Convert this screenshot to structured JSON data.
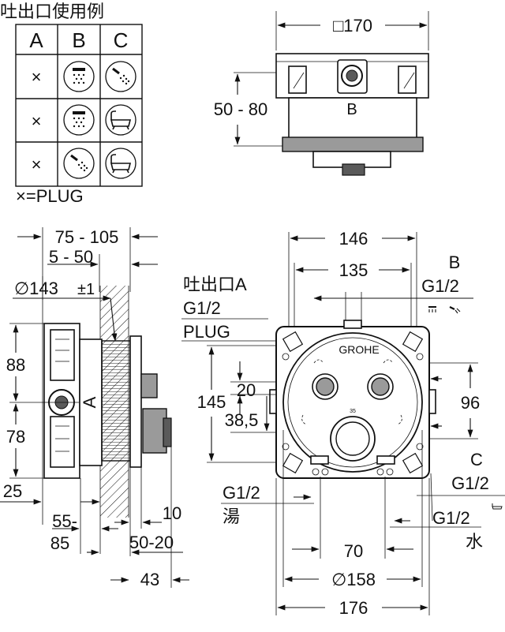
{
  "table": {
    "title": "吐出口使用例",
    "headers": [
      "A",
      "B",
      "C"
    ],
    "rows": [
      {
        "a": "×",
        "b": "shower-head-icon",
        "c": "hand-shower-icon"
      },
      {
        "a": "×",
        "b": "shower-head-icon",
        "c": "bathtub-icon"
      },
      {
        "a": "×",
        "b": "hand-shower-icon",
        "c": "bathtub-icon"
      }
    ],
    "legend": "×=PLUG"
  },
  "top_view": {
    "width": "□170",
    "height": "50 - 80",
    "port": "B"
  },
  "side_view": {
    "depth": "75 - 105",
    "inset": "5 - 50",
    "diameter": "∅143",
    "tolerance": "±1",
    "upper": "88",
    "lower": "78",
    "bottom": "25",
    "recess_a": "55-",
    "recess_b": "85",
    "cover_a": "50-20",
    "knob_gap": "10",
    "knob": "43",
    "port": "A"
  },
  "front_view": {
    "outer_width": "146",
    "inner_width": "135",
    "port_b": "B",
    "thread_b": "G1/2",
    "outlet_a": "吐出口A",
    "thread_a": "G1/2",
    "plug": "PLUG",
    "height": "145",
    "spacing": "20",
    "offset": "38,5",
    "height_right": "96",
    "port_c": "C",
    "thread_c": "G1/2",
    "hot_thread": "G1/2",
    "hot": "湯",
    "cold_thread": "G1/2",
    "cold": "水",
    "center_dist": "70",
    "diameter": "∅158",
    "total_width": "176",
    "logo": "GROHE",
    "small_mark": "35"
  }
}
